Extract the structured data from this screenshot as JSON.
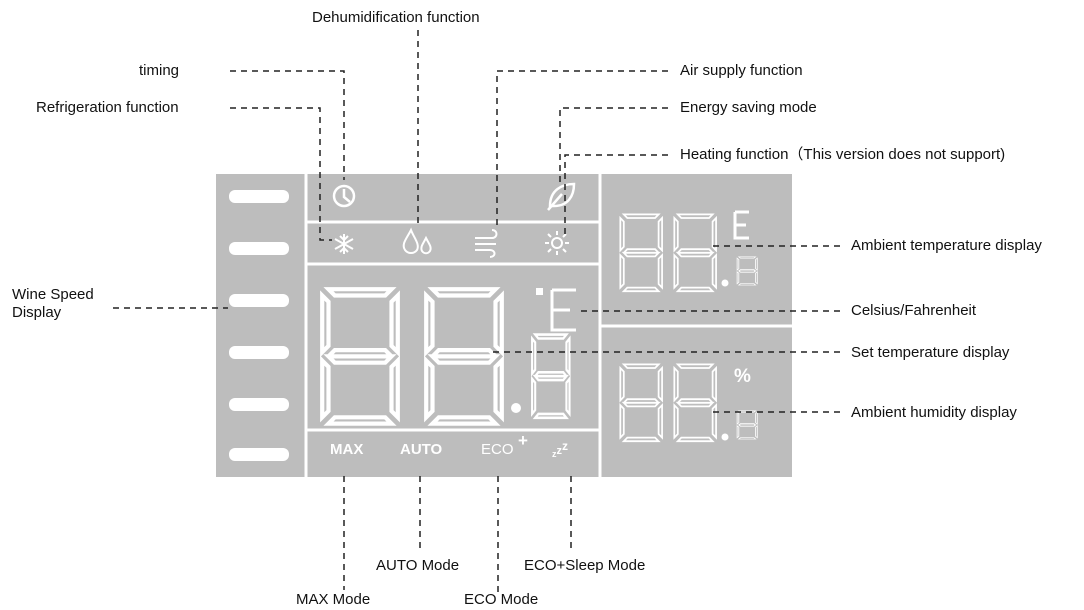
{
  "labels": {
    "dehumidification": "Dehumidification function",
    "timing": "timing",
    "refrigeration": "Refrigeration function",
    "air_supply": "Air supply  function",
    "energy_saving": "Energy saving mode",
    "heating": "Heating function（This version does not support)",
    "ambient_temp": "Ambient temperature display",
    "wind_speed": "Wine Speed Display",
    "celsius_fahrenheit": "Celsius/Fahrenheit",
    "set_temp": "Set temperature display",
    "ambient_humidity": "Ambient humidity display",
    "max_mode": "MAX Mode",
    "auto_mode": "AUTO Mode",
    "eco_mode": "ECO Mode",
    "eco_sleep_mode": "ECO+Sleep Mode"
  },
  "display": {
    "mode_max": "MAX",
    "mode_auto": "AUTO",
    "mode_eco": "ECO",
    "eco_plus": "+",
    "sleep_z": "z",
    "degree_unit": "°E",
    "percent_unit": "%"
  },
  "colors": {
    "panel": "#bdbdbd",
    "segment": "#ffffff",
    "leader": "#222222"
  }
}
